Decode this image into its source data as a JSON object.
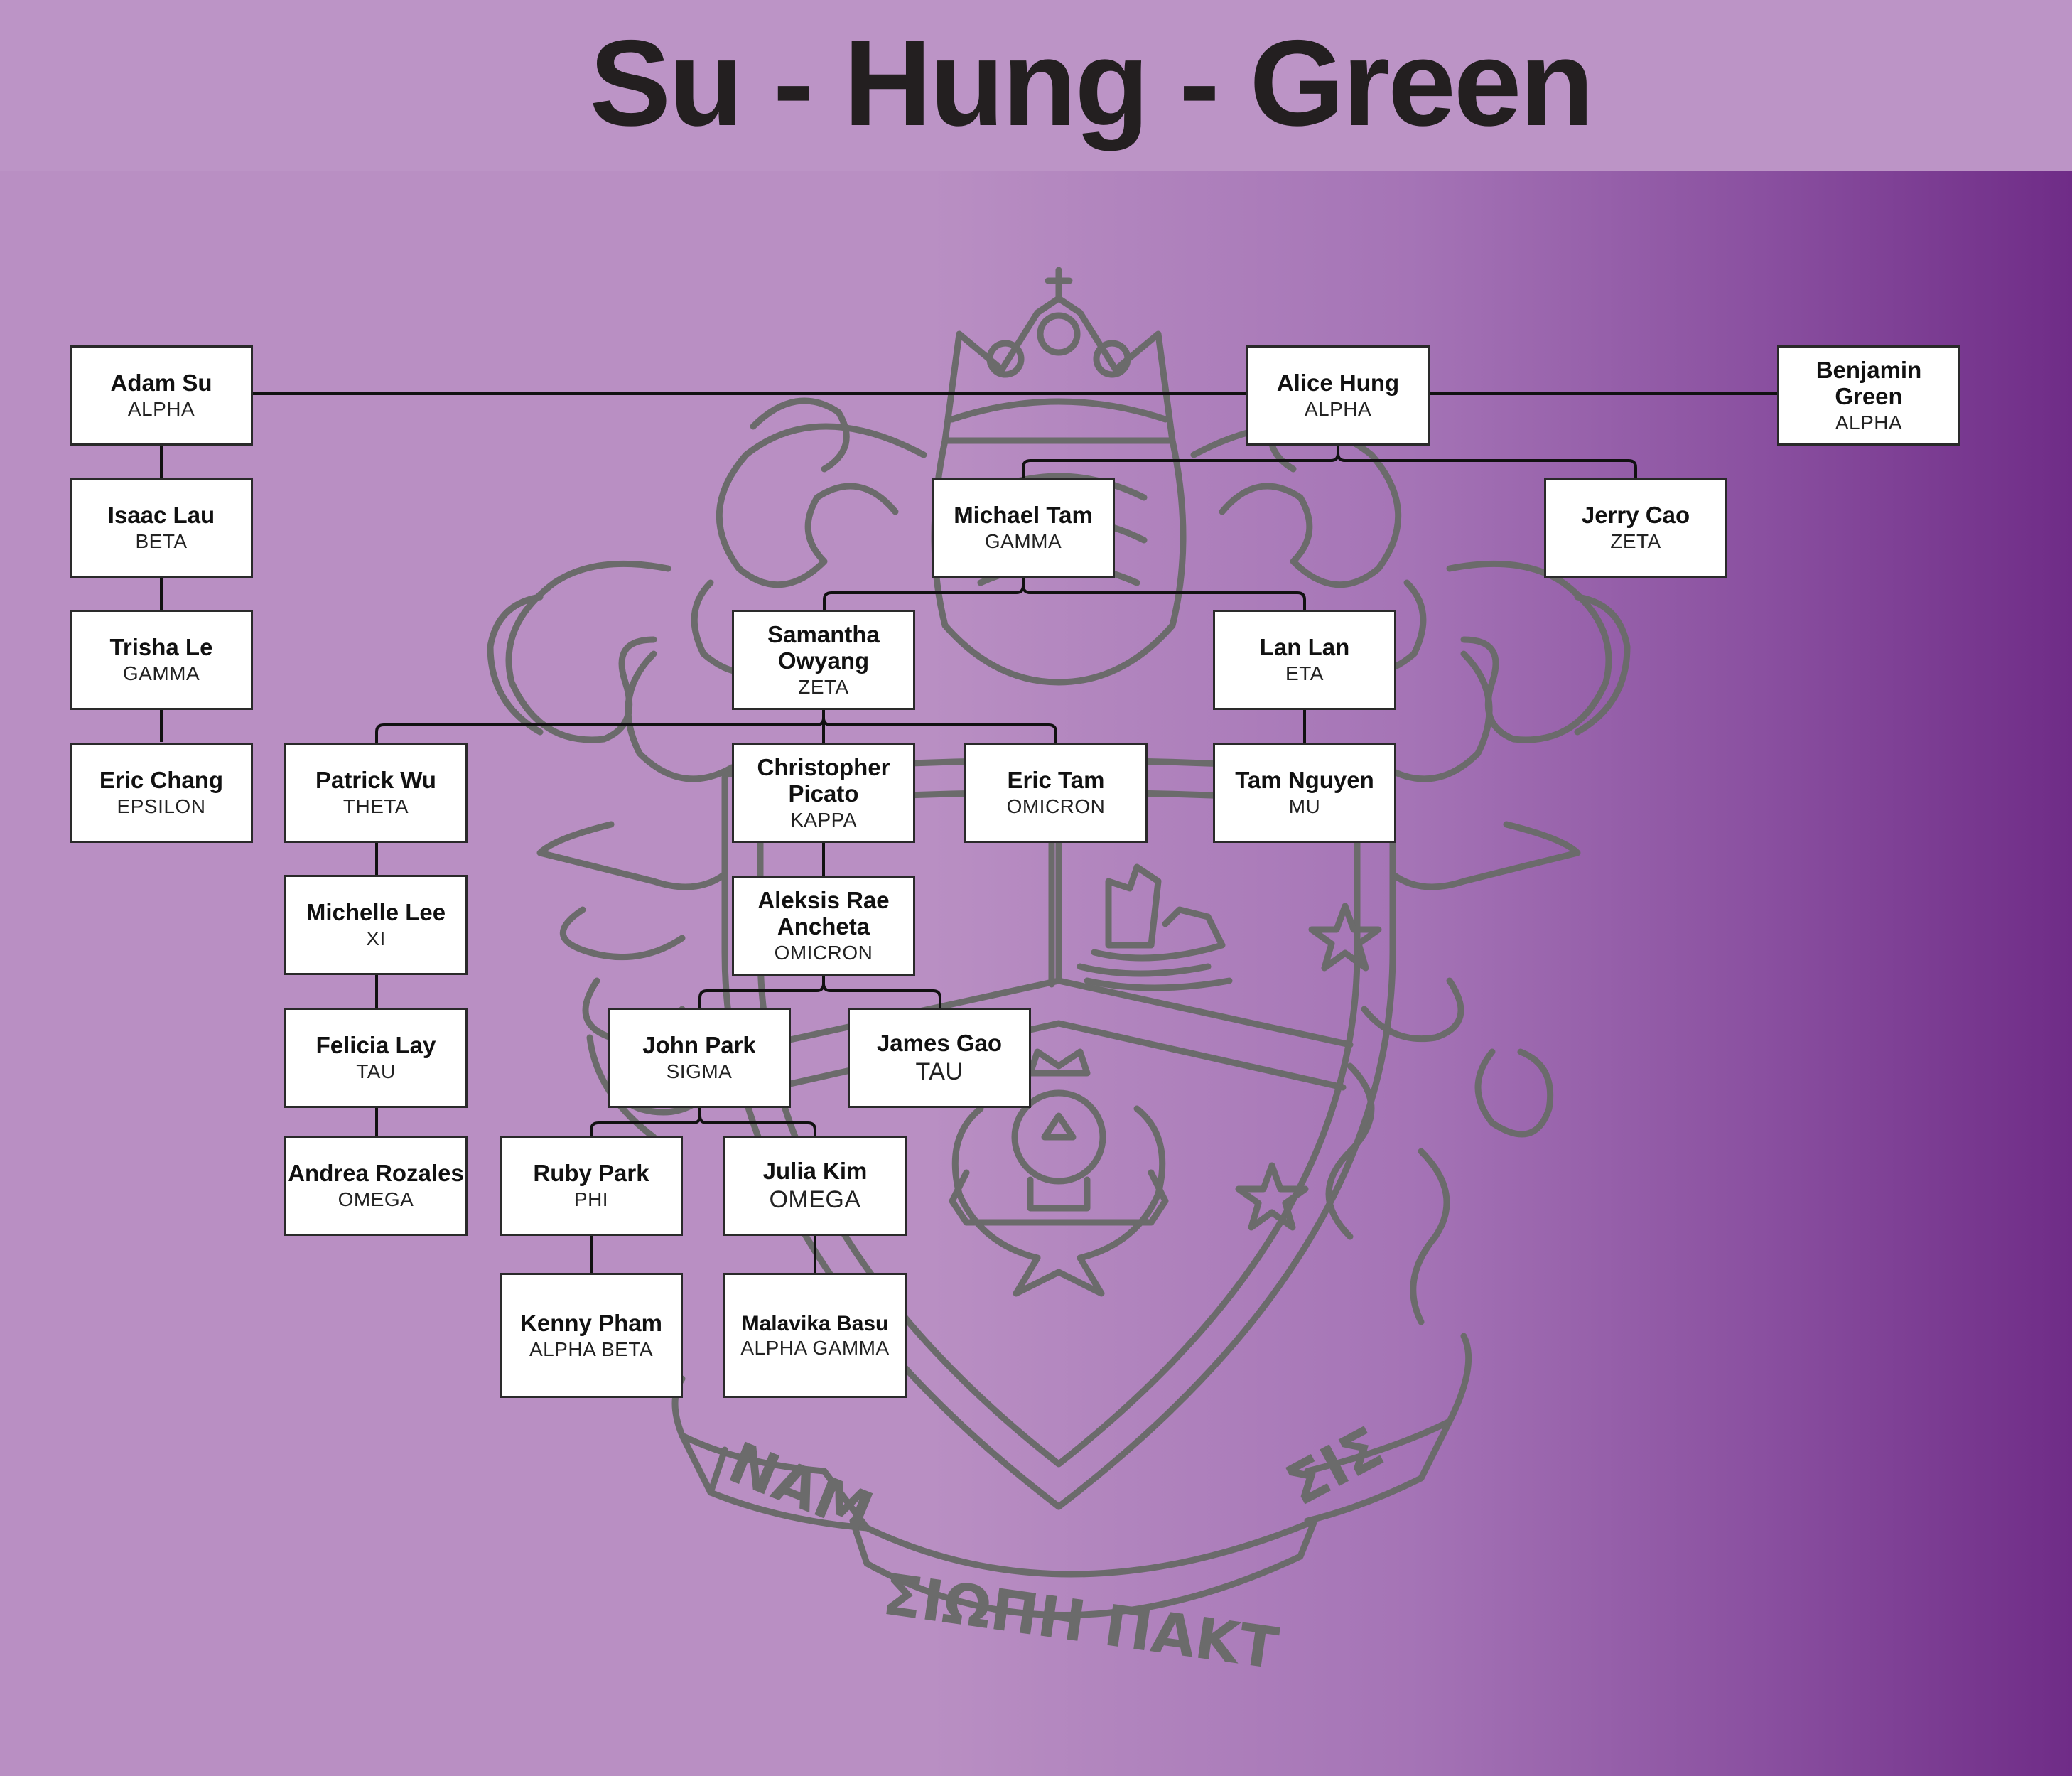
{
  "title": "Su - Hung - Green",
  "motto": {
    "left": "NAM",
    "middle": "ΣΙΩΠΗ ΠΑΚΤ",
    "right": "ΣΙΣ"
  },
  "colors": {
    "header": "#bc94c6",
    "background_left": "#b98fc3",
    "background_right": "#6f2c87",
    "crest_line": "#6b6b6b",
    "card_border": "#2a2a2a"
  },
  "members": {
    "adam_su": {
      "name": "Adam Su",
      "chapter": "ALPHA"
    },
    "alice_hung": {
      "name": "Alice Hung",
      "chapter": "ALPHA"
    },
    "benjamin_green": {
      "name": "Benjamin Green",
      "chapter": "ALPHA"
    },
    "isaac_lau": {
      "name": "Isaac Lau",
      "chapter": "BETA"
    },
    "trisha_le": {
      "name": "Trisha Le",
      "chapter": "GAMMA"
    },
    "eric_chang": {
      "name": "Eric Chang",
      "chapter": "EPSILON"
    },
    "michael_tam": {
      "name": "Michael Tam",
      "chapter": "GAMMA"
    },
    "jerry_cao": {
      "name": "Jerry Cao",
      "chapter": "ZETA"
    },
    "samantha_owyang": {
      "name": "Samantha Owyang",
      "chapter": "ZETA"
    },
    "lan_lan": {
      "name": "Lan Lan",
      "chapter": "ETA"
    },
    "patrick_wu": {
      "name": "Patrick Wu",
      "chapter": "THETA"
    },
    "christopher_picato": {
      "name": "Christopher Picato",
      "chapter": "KAPPA"
    },
    "eric_tam": {
      "name": "Eric Tam",
      "chapter": "OMICRON"
    },
    "tam_nguyen": {
      "name": "Tam Nguyen",
      "chapter": "MU"
    },
    "michelle_lee": {
      "name": "Michelle Lee",
      "chapter": "XI"
    },
    "aleksis_rae_ancheta": {
      "name": "Aleksis Rae Ancheta",
      "chapter": "OMICRON"
    },
    "felicia_lay": {
      "name": "Felicia Lay",
      "chapter": "TAU"
    },
    "john_park": {
      "name": "John Park",
      "chapter": "SIGMA"
    },
    "james_gao": {
      "name": "James Gao",
      "chapter": "TAU"
    },
    "andrea_rozales": {
      "name": "Andrea Rozales",
      "chapter": "OMEGA"
    },
    "ruby_park": {
      "name": "Ruby Park",
      "chapter": "PHI"
    },
    "julia_kim": {
      "name": "Julia Kim",
      "chapter": "OMEGA"
    },
    "kenny_pham": {
      "name": "Kenny Pham",
      "chapter": "ALPHA BETA"
    },
    "malavika_basu": {
      "name": "Malavika Basu",
      "chapter": "ALPHA GAMMA"
    }
  }
}
